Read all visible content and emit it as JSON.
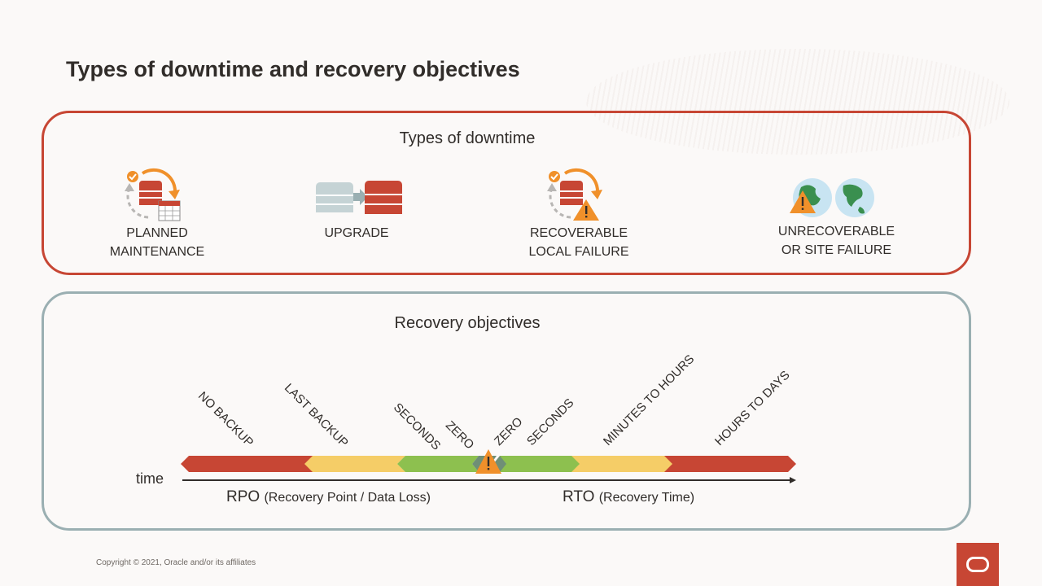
{
  "title": "Types of downtime and recovery objectives",
  "downtime": {
    "heading": "Types of downtime",
    "items": [
      {
        "line1": "PLANNED",
        "line2": "MAINTENANCE"
      },
      {
        "line1": "UPGRADE",
        "line2": ""
      },
      {
        "line1": "RECOVERABLE",
        "line2": "LOCAL FAILURE"
      },
      {
        "line1": "UNRECOVERABLE",
        "line2": "OR SITE FAILURE"
      }
    ]
  },
  "recovery": {
    "heading": "Recovery objectives",
    "rpo_labels": [
      "NO BACKUP",
      "LAST BACKUP",
      "SECONDS",
      "ZERO"
    ],
    "rto_labels": [
      "ZERO",
      "SECONDS",
      "MINUTES TO HOURS",
      "HOURS TO DAYS"
    ],
    "time_label": "time",
    "rpo": {
      "abbr": "RPO",
      "desc": "(Recovery Point / Data Loss)"
    },
    "rto": {
      "abbr": "RTO",
      "desc": "(Recovery Time)"
    },
    "colors": {
      "red": "#c74634",
      "yellow": "#f5cd67",
      "green": "#8dc04f",
      "warning": "#f0902a"
    }
  },
  "footer": "Copyright © 2021, Oracle and/or its affiliates",
  "logo_name": "oracle-logo-icon"
}
